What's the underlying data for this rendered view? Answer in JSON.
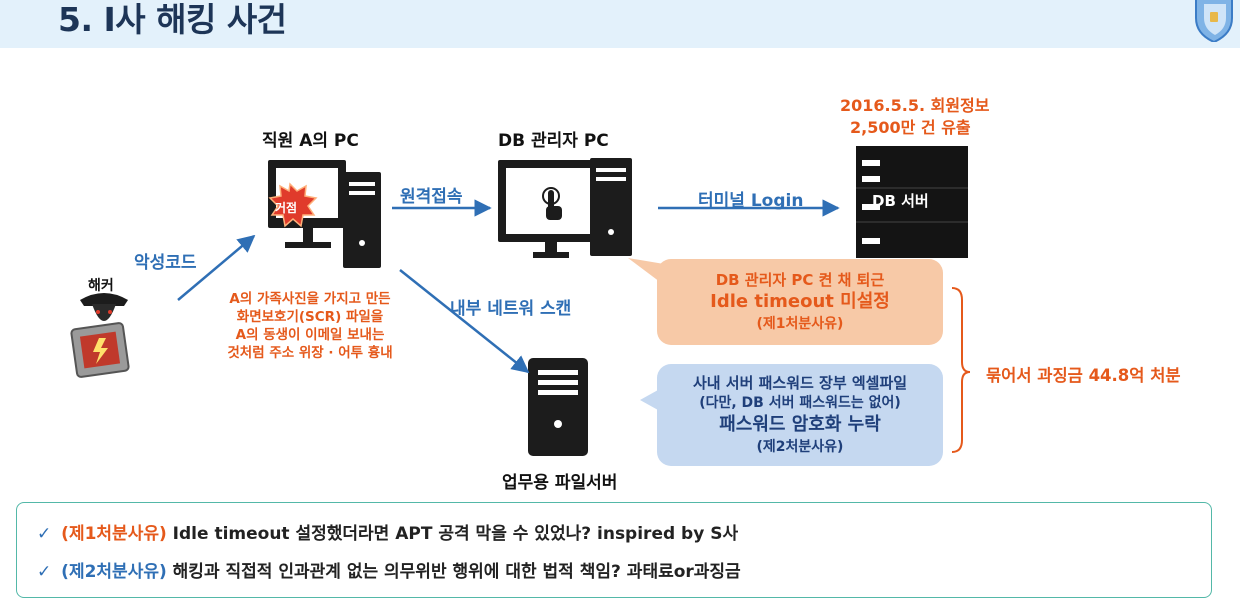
{
  "header": {
    "title": "5. I사 해킹 사건"
  },
  "nodes": {
    "employee_pc": "직원 A의 PC",
    "db_admin_pc": "DB 관리자 PC",
    "db_server": "DB 서버",
    "file_server": "업무용 파일서버",
    "hacker": "해커",
    "infected_badge": "거점"
  },
  "edges": {
    "malware": "악성코드",
    "remote_access": "원격접속",
    "terminal_login": "터미널 Login",
    "internal_scan": "내부 네트워 스캔"
  },
  "leak_note": {
    "line1": "2016.5.5. 회원정보",
    "line2": "2,500만 건 유출"
  },
  "attack_method": {
    "line1": "A의 가족사진을 가지고 만든",
    "line2": "화면보호기(SCR) 파일을",
    "line3": "A의 동생이 이메일 보내는",
    "line4": "것처럼 주소 위장 · 어투 흉내"
  },
  "note1": {
    "line1": "DB 관리자 PC 켠 채 퇴근",
    "line2": "Idle timeout 미설정",
    "line3": "(제1처분사유)"
  },
  "note2": {
    "line1": "사내 서버 패스워드 장부 엑셀파일",
    "line2": "(다만, DB 서버 패스워드는 없어)",
    "line3": "패스워드 암호화 누락",
    "line4": "(제2처분사유)"
  },
  "penalty": "묶어서 과징금 44.8억 처분",
  "bottom": {
    "item1_tag": "(제1처분사유)",
    "item1_text": "Idle timeout 설정했더라면 APT 공격 막을 수 있었나? inspired by S사",
    "item2_tag": "(제2처분사유)",
    "item2_text": "해킹과 직접적 인과관계 없는 의무위반 행위에 대한 법적 책임? 과태료or과징금"
  },
  "colors": {
    "title": "#1d3557",
    "blue_accent": "#2f6fb5",
    "orange_accent": "#e5591b",
    "note1_bg": "#f7c9a7",
    "note2_bg": "#c5d8f0",
    "header_bg": "#e3f1fb"
  }
}
